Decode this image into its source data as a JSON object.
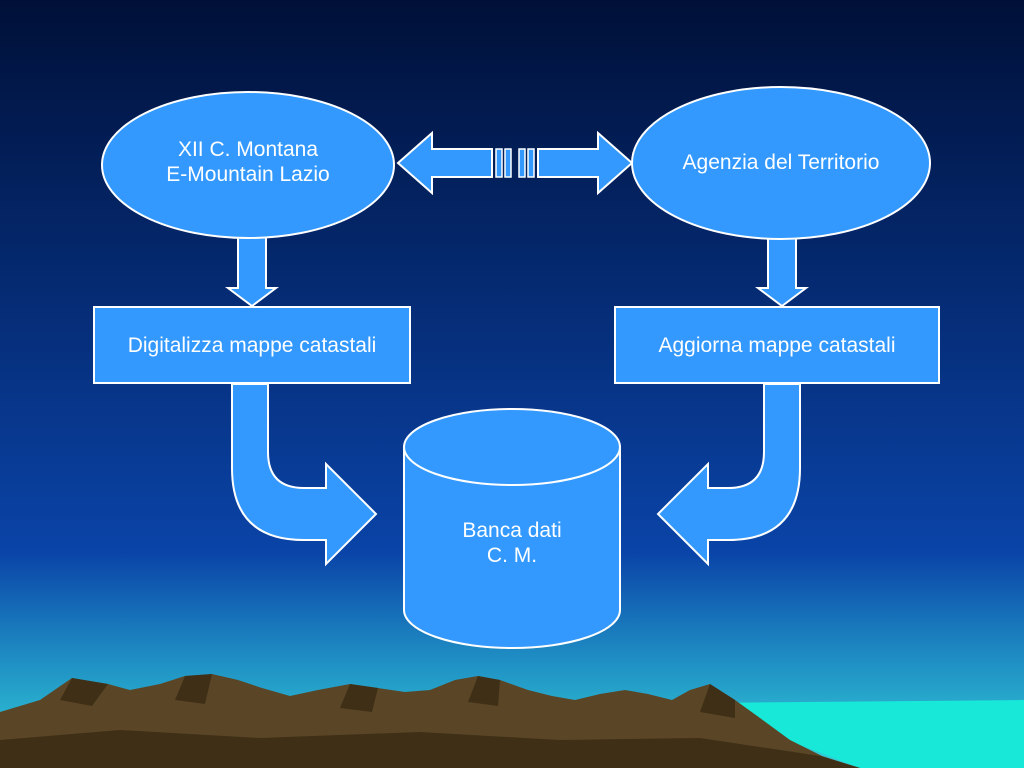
{
  "colors": {
    "shape_fill": "#3399ff",
    "shape_stroke": "#ffffff",
    "text": "#ffffff",
    "sky_top": "#001038",
    "sky_mid": "#0a3c9c",
    "horizon": "#2ec4d6",
    "sea": "#18e8d8",
    "mountain": "#5a4626",
    "mountain_shadow": "#3b2c14"
  },
  "nodes": {
    "xii_cm": {
      "line1": "XII C. Montana",
      "line2": "E-Mountain Lazio"
    },
    "agenzia": {
      "label": "Agenzia del Territorio"
    },
    "digitalizza": {
      "label": "Digitalizza mappe catastali"
    },
    "aggiorna": {
      "label": "Aggiorna mappe catastali"
    },
    "banca": {
      "line1": "Banca dati",
      "line2": "C. M."
    }
  }
}
